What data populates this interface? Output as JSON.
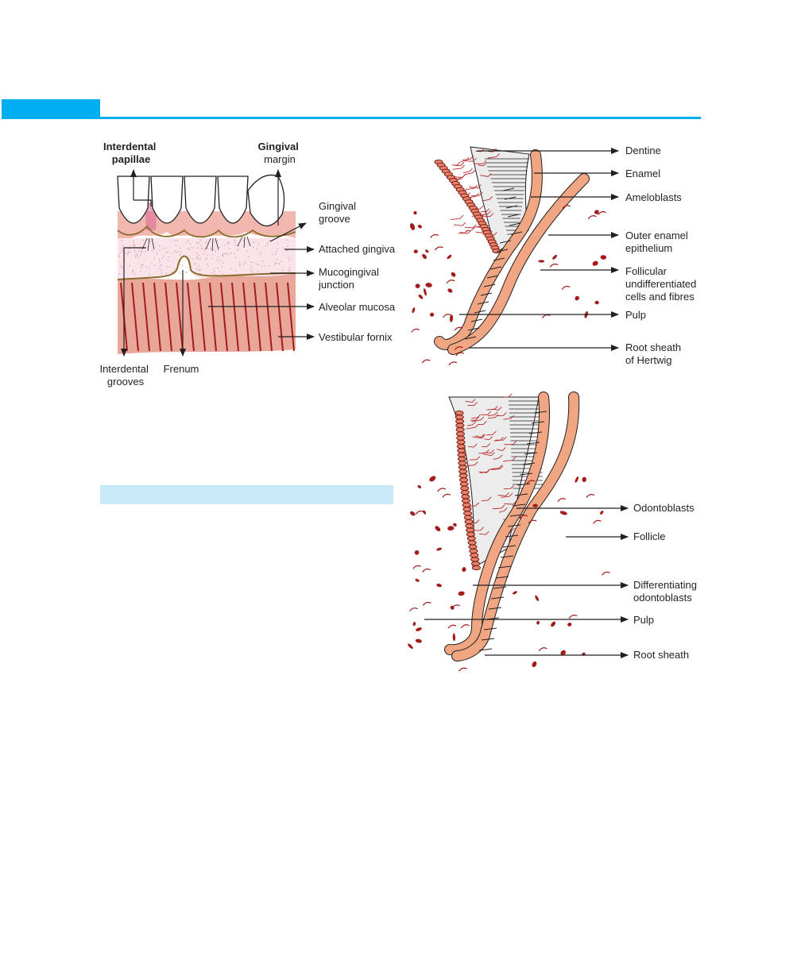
{
  "colors": {
    "header_accent": "#00aeef",
    "sidebar_band": "#c8e9f8",
    "gum_pink": "#f2b8b0",
    "attached_gingiva": "#fbe3ea",
    "mucosa": "#e9a79a",
    "vessel_red": "#a31c1c",
    "cell_orange": "#f0a583",
    "text": "#231f20"
  },
  "gingiva_figure": {
    "top_labels": {
      "interdental_papillae": [
        "Interdental",
        "papillae"
      ],
      "gingival_margin": [
        "Gingival",
        "margin"
      ]
    },
    "right_labels": {
      "gingival_groove": [
        "Gingival",
        "groove"
      ],
      "attached_gingiva": [
        "Attached gingiva"
      ],
      "mucogingival_junction": [
        "Mucogingival",
        "junction"
      ],
      "alveolar_mucosa": [
        "Alveolar mucosa"
      ],
      "vestibular_fornix": [
        "Vestibular fornix"
      ]
    },
    "bottom_labels": {
      "interdental_grooves": [
        "Interdental",
        "grooves"
      ],
      "frenum": [
        "Frenum"
      ]
    }
  },
  "root_figure_top": {
    "labels": {
      "dentine": [
        "Dentine"
      ],
      "enamel": [
        "Enamel"
      ],
      "ameloblasts": [
        "Ameloblasts"
      ],
      "outer_enamel_epithelium": [
        "Outer enamel",
        "epithelium"
      ],
      "follicular": [
        "Follicular",
        "undifferentiated",
        "cells and fibres"
      ],
      "pulp": [
        "Pulp"
      ],
      "root_sheath_hertwig": [
        "Root sheath",
        "of Hertwig"
      ]
    }
  },
  "root_figure_bottom": {
    "labels": {
      "odontoblasts": [
        "Odontoblasts"
      ],
      "follicle": [
        "Follicle"
      ],
      "differentiating_odontoblasts": [
        "Differentiating",
        "odontoblasts"
      ],
      "pulp": [
        "Pulp"
      ],
      "root_sheath": [
        "Root sheath"
      ]
    }
  }
}
